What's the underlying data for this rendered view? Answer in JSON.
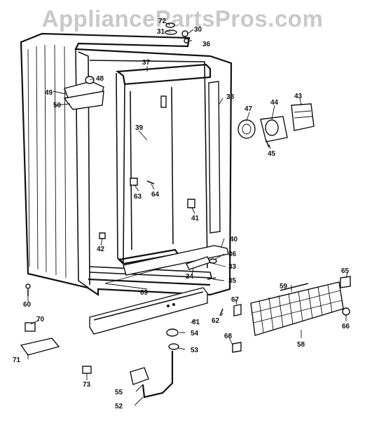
{
  "watermark": "AppliancePartsPros.com",
  "callouts": {
    "c72": "72",
    "c31": "31",
    "c30": "30",
    "c36a": "36",
    "c37": "37",
    "c38": "38",
    "c39": "39",
    "c40": "40",
    "c41": "41",
    "c42": "42",
    "c43": "43",
    "c44": "44",
    "c45": "45",
    "c47": "47",
    "c48": "48",
    "c49": "49",
    "c50": "50",
    "c52": "52",
    "c53": "53",
    "c54": "54",
    "c55": "55",
    "c58": "58",
    "c59": "59",
    "c60": "60",
    "c61": "61",
    "c62": "62",
    "c63": "63",
    "c64": "64",
    "c65": "65",
    "c66": "66",
    "c67": "67",
    "c68": "68",
    "c69": "69",
    "c70": "70",
    "c71": "71",
    "c73": "73",
    "c33": "33",
    "c34": "34",
    "c35": "35",
    "c36b": "36"
  }
}
